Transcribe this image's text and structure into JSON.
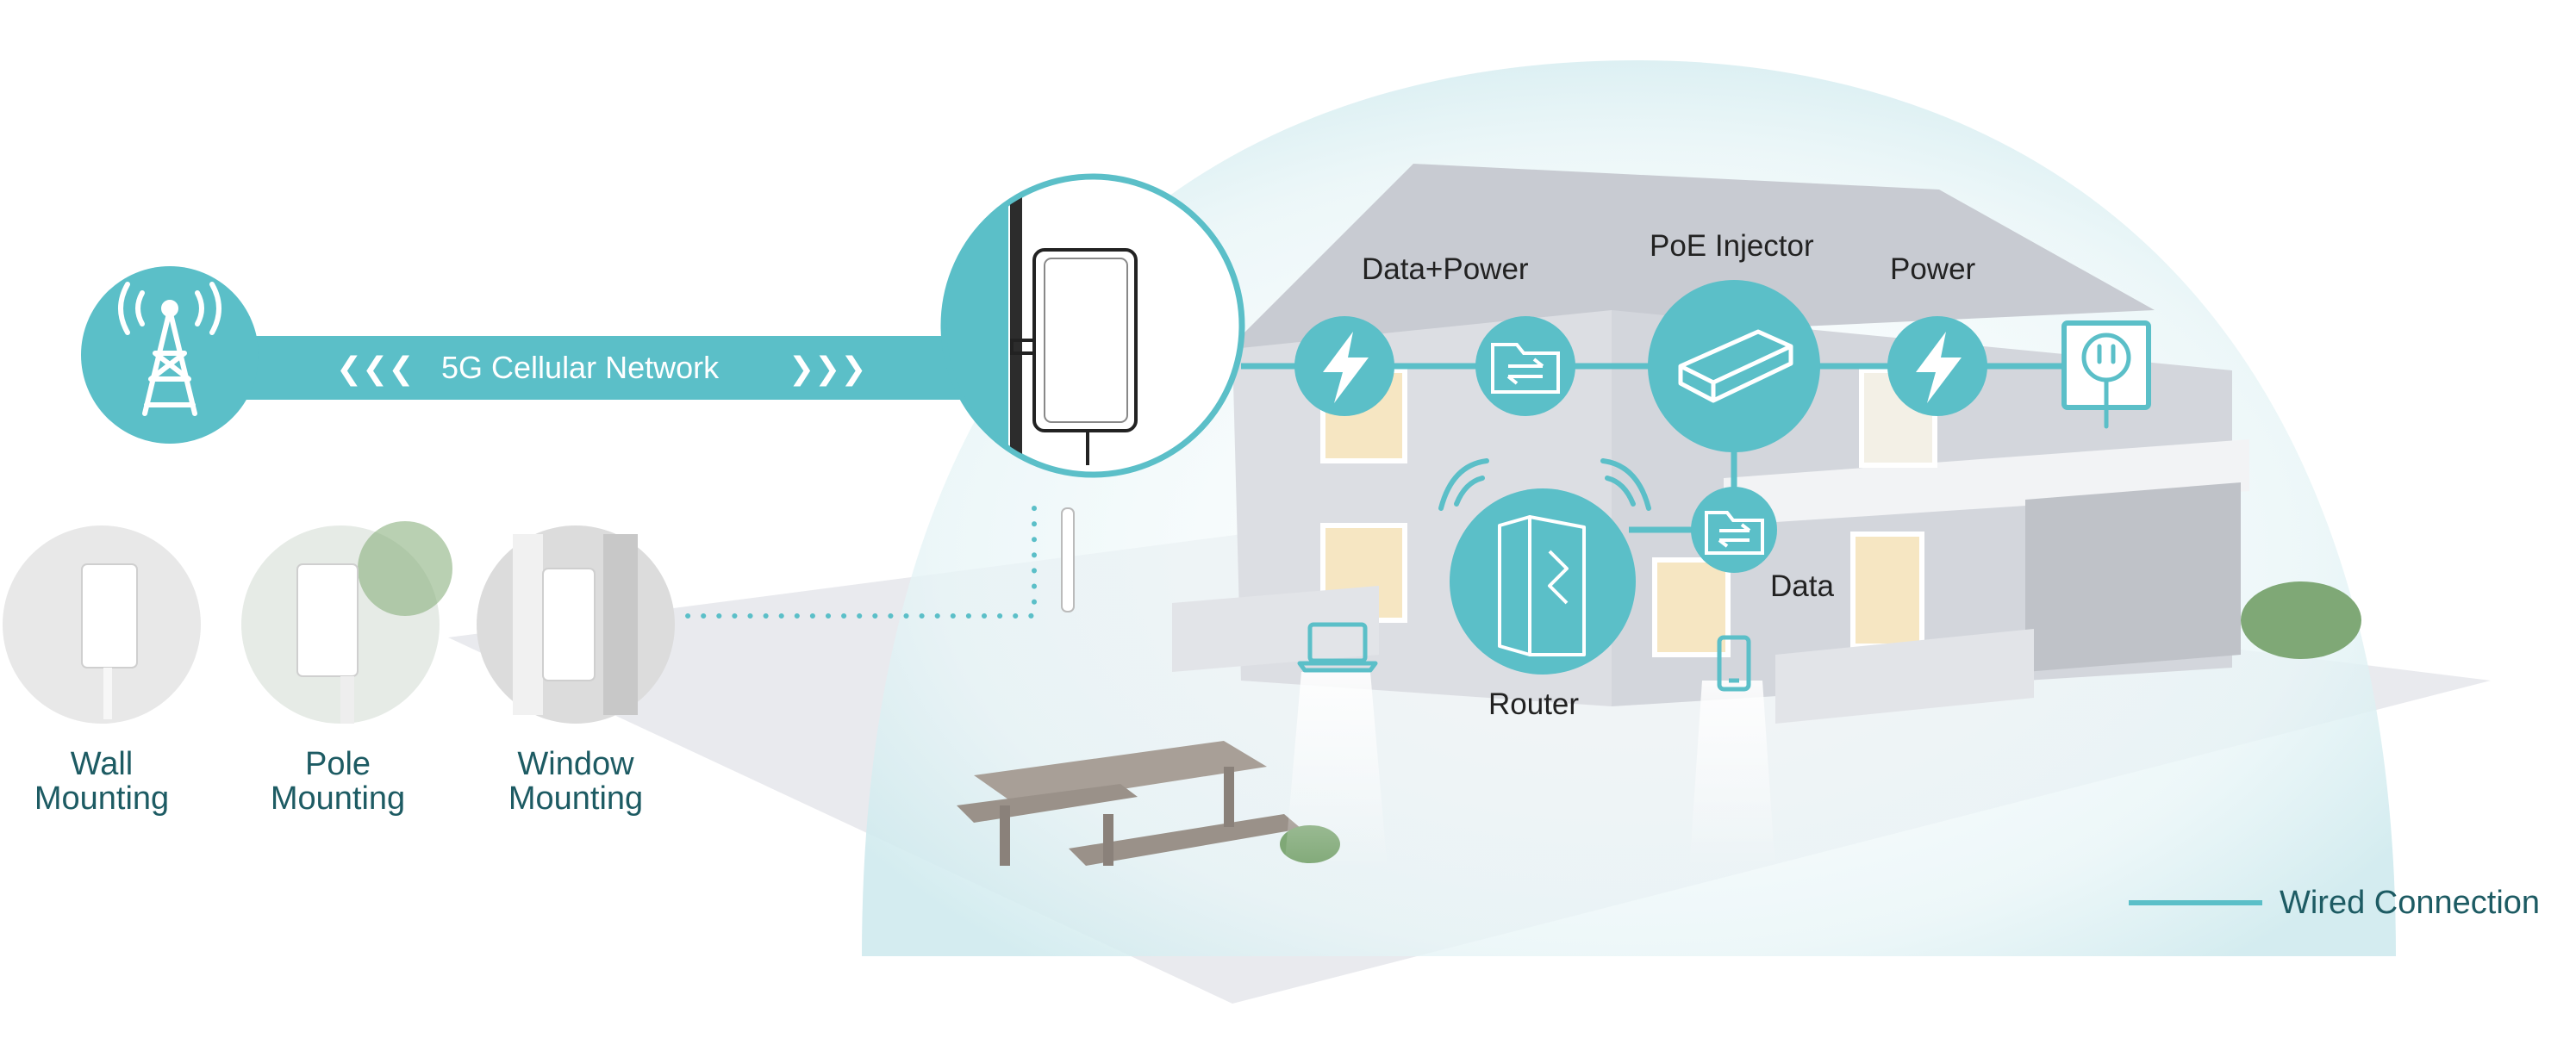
{
  "network": {
    "band_label": "5G Cellular Network",
    "left_arrows": "❮❮❮",
    "right_arrows": "❯❯❯"
  },
  "labels": {
    "data_power": "Data+Power",
    "poe_injector": "PoE Injector",
    "power": "Power",
    "data": "Data",
    "router": "Router"
  },
  "mounting": [
    {
      "line1": "Wall",
      "line2": "Mounting"
    },
    {
      "line1": "Pole",
      "line2": "Mounting"
    },
    {
      "line1": "Window",
      "line2": "Mounting"
    }
  ],
  "legend": {
    "wired_label": "Wired Connection"
  },
  "colors": {
    "teal": "#5bbfc8",
    "dark_teal": "#1d5b63",
    "dome": "#e4f3f5",
    "ground": "#e9eaee",
    "house": "#dcdee3"
  },
  "icons": {
    "tower": "cell-tower-icon",
    "lightning": "lightning-icon",
    "data_folder": "data-transfer-folder-icon",
    "poe": "poe-injector-icon",
    "plug": "power-plug-icon",
    "router": "router-icon",
    "laptop": "laptop-icon",
    "phone": "smartphone-icon",
    "wifi": "wifi-signal-icon"
  }
}
